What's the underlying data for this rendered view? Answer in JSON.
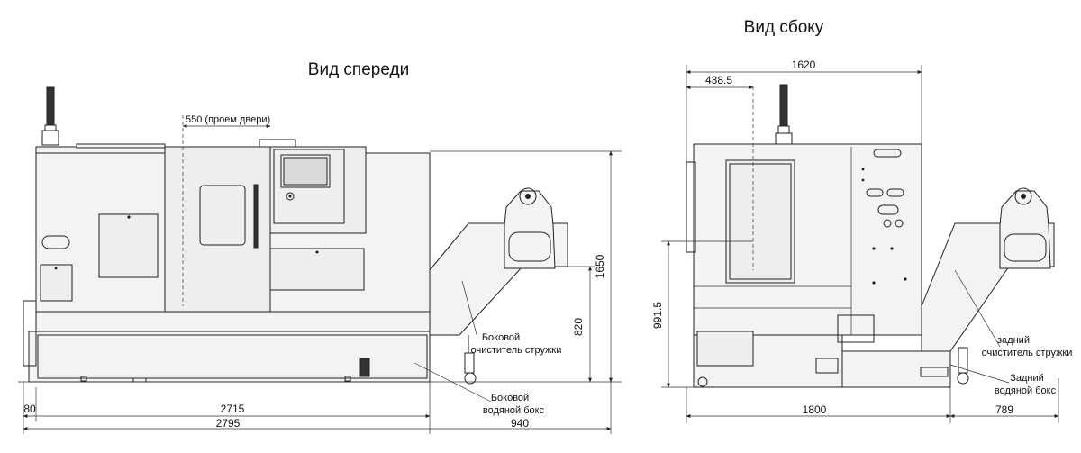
{
  "titles": {
    "front": "Вид спереди",
    "side": "Вид сбоку"
  },
  "front": {
    "door_opening": "550 (проем двери)",
    "height": "1650",
    "chip_cleaner_height": "820",
    "left_offset": "80",
    "body_width": "2715",
    "total_width": "2795",
    "conveyor_width": "940",
    "chip_cleaner_label": [
      "Боковой",
      "очиститель стружки"
    ],
    "water_box_label": [
      "Боковой",
      "водяной бокс"
    ]
  },
  "side": {
    "total_depth": "1620",
    "window_offset": "438.5",
    "height": "991.5",
    "base_depth": "1800",
    "conveyor_depth": "789",
    "chip_cleaner_label": [
      "задний",
      "очиститель стружки"
    ],
    "water_box_label": [
      "Задний",
      "водяной бокс"
    ]
  }
}
